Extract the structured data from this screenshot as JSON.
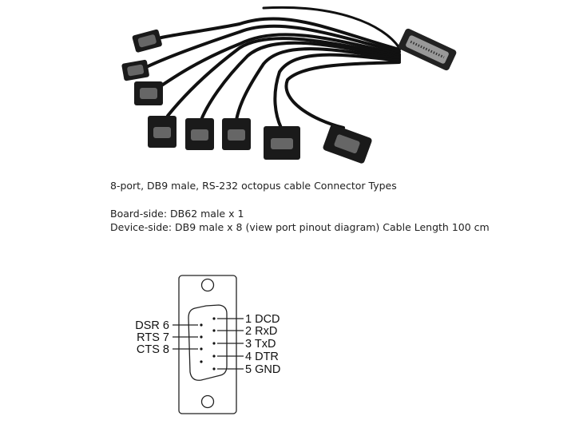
{
  "description": {
    "title_line": "8-port, DB9 male, RS-232 octopus cable Connector Types",
    "board_side": "Board-side: DB62 male x 1",
    "device_side": "Device-side: DB9 male x 8 (view port pinout diagram) Cable Length 100 cm"
  },
  "pinout": {
    "left_pins": [
      "DSR 6",
      "RTS 7",
      "CTS 8"
    ],
    "right_pins": [
      "1 DCD",
      "2 RxD",
      "3 TxD",
      "4 DTR",
      "5 GND"
    ]
  }
}
